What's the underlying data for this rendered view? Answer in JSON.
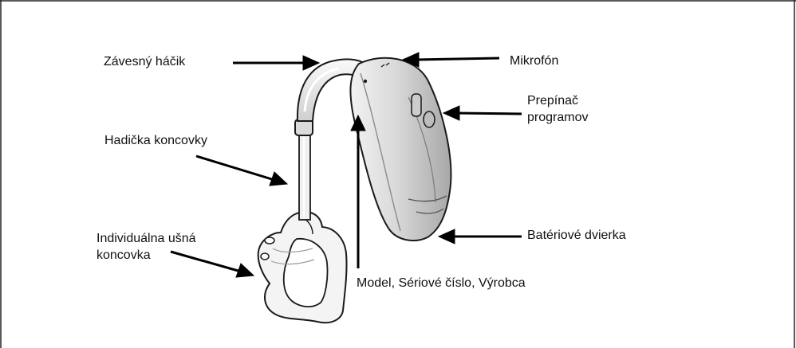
{
  "labels": {
    "hook": "Závesný háčik",
    "microphone": "Mikrofón",
    "program_switch": [
      "Prepínač",
      "programov"
    ],
    "tube": "Hadička koncovky",
    "ear_mold": [
      "Individuálna ušná",
      "koncovka"
    ],
    "battery_door": "Batériové dvierka",
    "model": "Model, Sériové číslo, Výrobca"
  },
  "colors": {
    "frame": "#222222",
    "arrow": "#000000",
    "body_light": "#e6e6e6",
    "body_shadow": "#b3b3b3",
    "outline": "#1a1a1a"
  }
}
